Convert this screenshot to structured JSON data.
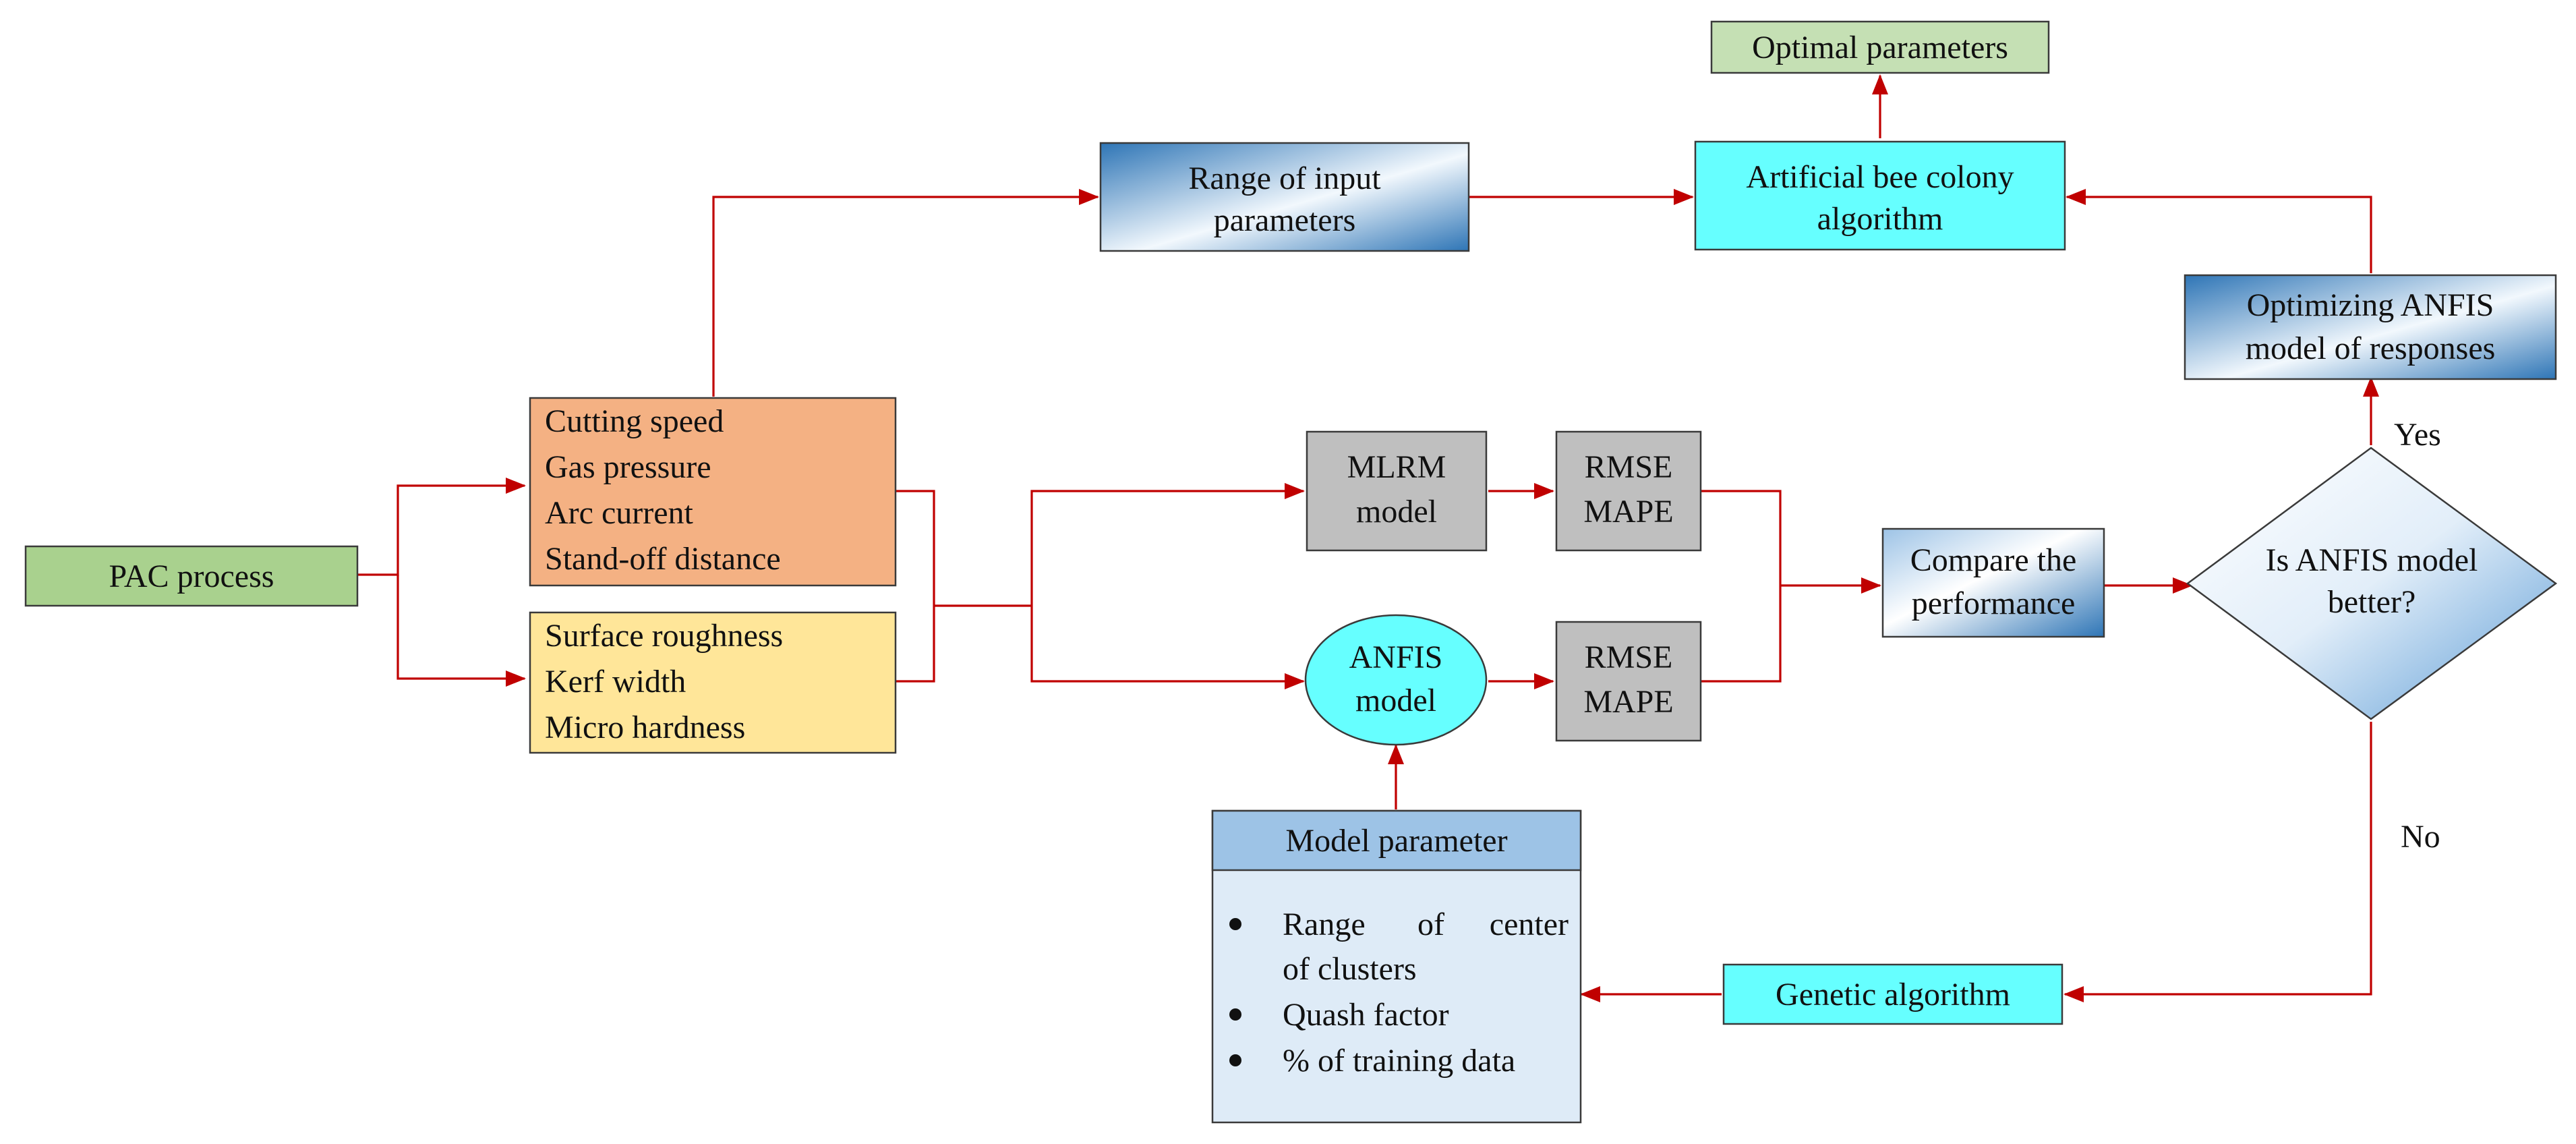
{
  "colors": {
    "arrow": "#c00000",
    "green": "#a9d18e",
    "green_light": "#c5e0b4",
    "orange": "#f4b183",
    "yellow": "#ffe699",
    "cyan": "#66ffff",
    "gray": "#bfbfbf",
    "blue_dark": "#3f7fc4",
    "blue_header": "#9dc3e6",
    "blue_panel": "#deebf7"
  },
  "nodes": {
    "pac_process": "PAC process",
    "inputs": [
      "Cutting speed",
      "Gas pressure",
      "Arc current",
      "Stand-off distance"
    ],
    "outputs": [
      "Surface roughness",
      "Kerf width",
      "Micro hardness"
    ],
    "range_input": [
      "Range of input",
      "parameters"
    ],
    "abc": [
      "Artificial bee colony",
      "algorithm"
    ],
    "optimal": "Optimal parameters",
    "optimizing": [
      "Optimizing ANFIS",
      "model of responses"
    ],
    "mlrm": [
      "MLRM",
      "model"
    ],
    "anfis": [
      "ANFIS",
      "model"
    ],
    "rmse_top": [
      "RMSE",
      "MAPE"
    ],
    "rmse_bottom": [
      "RMSE",
      "MAPE"
    ],
    "compare": [
      "Compare the",
      "performance"
    ],
    "decision": [
      "Is ANFIS model",
      "better?"
    ],
    "model_param_title": "Model parameter",
    "model_param_items": [
      [
        "Range",
        "of",
        "center"
      ],
      [
        "of clusters"
      ],
      [
        "Quash factor"
      ],
      [
        "% of training data"
      ]
    ],
    "genetic": "Genetic algorithm",
    "yes": "Yes",
    "no": "No"
  }
}
